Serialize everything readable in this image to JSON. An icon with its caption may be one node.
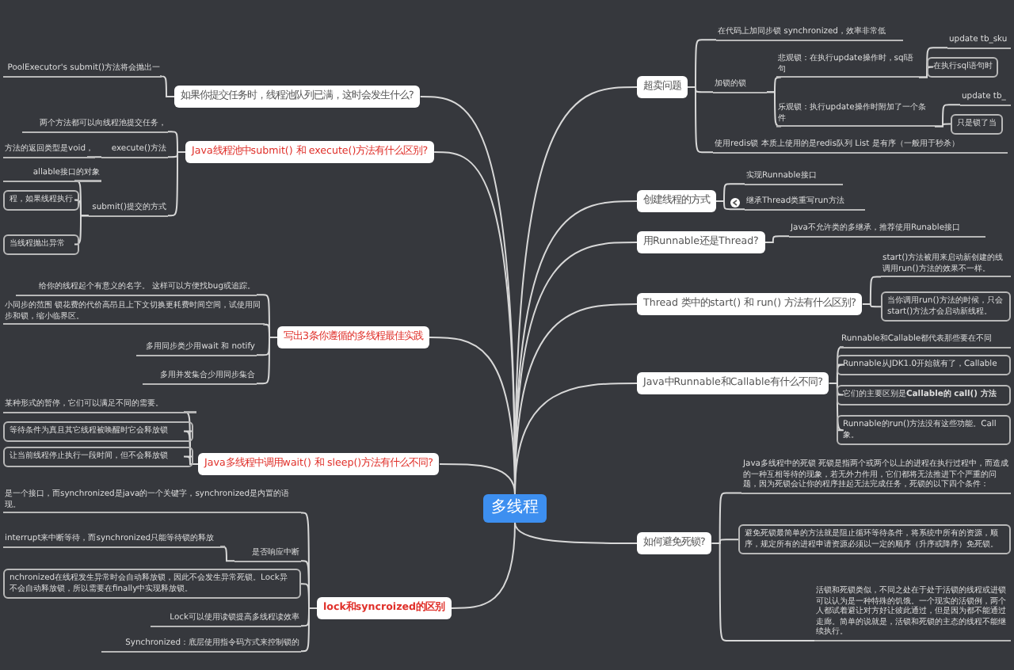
{
  "diagram": {
    "nodes": [
      {
        "text": [
          "多线程"
        ]
      },
      {
        "text": [
          "如果你提交任务时，线程池队列已满，这时会发生什么?"
        ]
      },
      {
        "text": [
          "Java线程池中submit() 和 execute()方法有什么区别?"
        ]
      },
      {
        "text": [
          "写出3条你遵循的多线程最佳实践"
        ]
      },
      {
        "text": [
          "Java多线程中调用wait() 和 sleep()方法有什么不同?"
        ]
      },
      {
        "text": [
          "lock和syncroized的区别"
        ]
      },
      {
        "text": [
          "超卖问题"
        ]
      },
      {
        "text": [
          "创建线程的方式"
        ]
      },
      {
        "text": [
          "用Runnable还是Thread?"
        ]
      },
      {
        "text": [
          "Thread 类中的start() 和 run() 方法有什么区别?"
        ]
      },
      {
        "text": [
          "Java中Runnable和Callable有什么不同?"
        ]
      },
      {
        "text": [
          "如何避免死锁?"
        ]
      },
      {
        "text": [
          "PoolExecutor's submit()方法将会抛出一"
        ]
      },
      {
        "text": [
          "两个方法都可以向线程池提交任务，"
        ]
      },
      {
        "text": [
          "方法的返回类型是void，"
        ]
      },
      {
        "text": [
          "execute()方法"
        ]
      },
      {
        "text": [
          "allable接口的对象"
        ]
      },
      {
        "text": [
          "程，如果线程执行"
        ]
      },
      {
        "text": [
          "当线程抛出异常"
        ]
      },
      {
        "text": [
          "submit()提交的方式"
        ]
      },
      {
        "text": [
          "给你的线程起个有意义的名字。 这样可以方便找bug或追踪。"
        ]
      },
      {
        "text": [
          "小同步的范围 锁花费的代价高昂且上下文切换更耗费时间空间，试使用同步和锁，缩小临界区。"
        ]
      },
      {
        "text": [
          "多用同步类少用wait 和 notify"
        ]
      },
      {
        "text": [
          "多用并发集合少用同步集合"
        ]
      },
      {
        "text": [
          "某种形式的暂停，它们可以满足不同的需要。"
        ]
      },
      {
        "text": [
          "等待条件为真且其它线程被唤醒时它会释放锁"
        ]
      },
      {
        "text": [
          "让当前线程停止执行一段时间，但不会释放锁"
        ]
      },
      {
        "text": [
          "是一个接口，而synchronized是java的一个关键字，synchronized是内置的语现。"
        ]
      },
      {
        "text": [
          "interrupt来中断等待，而synchronized只能等待锁的释放"
        ]
      },
      {
        "text": [
          "是否响应中断"
        ]
      },
      {
        "text": [
          "nchronized在线程发生异常时会自动释放锁，因此不会发生异常死锁。Lock异不会自动释放锁，所以需要在finally中实现释放锁。"
        ]
      },
      {
        "text": [
          "Lock可以使用读锁提高多线程读效率"
        ]
      },
      {
        "text": [
          "Synchronized：底层使用指令码方式来控制锁的"
        ]
      },
      {
        "text": [
          "在代码上加同步锁 synchronized，效率非常低"
        ]
      },
      {
        "text": [
          "加锁的锁"
        ]
      },
      {
        "text": [
          "悲观锁：在执行update操作时，sql语句"
        ]
      },
      {
        "text": [
          "update tb_sku"
        ]
      },
      {
        "text": [
          "在执行sql语句时"
        ]
      },
      {
        "text": [
          "乐观锁：执行update操作时附加了一个条件"
        ]
      },
      {
        "text": [
          "update tb_"
        ]
      },
      {
        "text": [
          "只是锁了当"
        ]
      },
      {
        "text": [
          "使用redis锁 本质上使用的是redis队列 List 是有序（一般用于秒杀）"
        ]
      },
      {
        "text": [
          "实现Runnable接口"
        ]
      },
      {
        "text": [
          "继承Thread类重写run方法"
        ]
      },
      {
        "text": [
          "Java不允许类的多继承，推荐使用Runable接口"
        ]
      },
      {
        "text": [
          "start()方法被用来启动新创建的线调用run()方法的效果不一样。"
        ]
      },
      {
        "text": [
          "当你调用run()方法的时候，只会start()方法才会启动新线程。"
        ]
      },
      {
        "text": [
          "Runnable和Callable都代表那些要在不同"
        ]
      },
      {
        "text": [
          "Runnable从JDK1.0开始就有了，Callable"
        ]
      },
      {
        "text": [
          "它们的主要区别是**Callable的 call() 方法**"
        ]
      },
      {
        "text": [
          "Runnable的run()方法没有这些功能。Call象。"
        ]
      },
      {
        "text": [
          "Java多线程中的死锁 死锁是指两个或两个以上的进程在执行过程中，而造成的一种互相等待的现象，若无外力作用，它们都将无法推进下个严重的问题，因为死锁会让你的程序挂起无法完成任务，死锁的以下四个条件："
        ]
      },
      {
        "text": [
          "避免死锁最简单的方法就是阻止循环等待条件，将系统中所有的资源，顺序，规定所有的进程申请资源必须以一定的顺序（升序或降序）免死锁。"
        ]
      },
      {
        "text": [
          "活锁和死锁类似，不同之处在于处于活锁的线程或进锁可以认为是一种特殊的饥饿。一个现实的活锁例，两个人都试着避让对方好让彼此通过，但是因为都不能通过走廊。简单的说就是，活锁和死锁的主态的线程不能继续执行。"
        ]
      }
    ],
    "edges": [
      {
        "from": 0,
        "to": 1,
        "arrow": "none"
      },
      {
        "from": 0,
        "to": 2,
        "arrow": "none"
      },
      {
        "from": 0,
        "to": 3,
        "arrow": "none"
      },
      {
        "from": 0,
        "to": 4,
        "arrow": "none"
      },
      {
        "from": 0,
        "to": 5,
        "arrow": "none"
      },
      {
        "from": 0,
        "to": 6,
        "arrow": "none"
      },
      {
        "from": 0,
        "to": 7,
        "arrow": "none"
      },
      {
        "from": 0,
        "to": 8,
        "arrow": "none"
      },
      {
        "from": 0,
        "to": 9,
        "arrow": "none"
      },
      {
        "from": 0,
        "to": 10,
        "arrow": "none"
      },
      {
        "from": 0,
        "to": 11,
        "arrow": "none"
      },
      {
        "from": 1,
        "to": 12,
        "arrow": "none"
      },
      {
        "from": 2,
        "to": 13,
        "arrow": "none"
      },
      {
        "from": 2,
        "to": 15,
        "arrow": "none"
      },
      {
        "from": 2,
        "to": 19,
        "arrow": "none"
      },
      {
        "from": 15,
        "to": 14,
        "arrow": "none"
      },
      {
        "from": 19,
        "to": 16,
        "arrow": "none"
      },
      {
        "from": 19,
        "to": 17,
        "arrow": "none"
      },
      {
        "from": 19,
        "to": 18,
        "arrow": "none"
      },
      {
        "from": 3,
        "to": 20,
        "arrow": "none"
      },
      {
        "from": 3,
        "to": 21,
        "arrow": "none"
      },
      {
        "from": 3,
        "to": 22,
        "arrow": "none"
      },
      {
        "from": 3,
        "to": 23,
        "arrow": "none"
      },
      {
        "from": 4,
        "to": 24,
        "arrow": "none"
      },
      {
        "from": 4,
        "to": 25,
        "arrow": "none"
      },
      {
        "from": 4,
        "to": 26,
        "arrow": "none"
      },
      {
        "from": 5,
        "to": 27,
        "arrow": "none"
      },
      {
        "from": 5,
        "to": 29,
        "arrow": "none"
      },
      {
        "from": 29,
        "to": 28,
        "arrow": "none"
      },
      {
        "from": 5,
        "to": 30,
        "arrow": "none"
      },
      {
        "from": 5,
        "to": 31,
        "arrow": "none"
      },
      {
        "from": 5,
        "to": 32,
        "arrow": "none"
      },
      {
        "from": 6,
        "to": 33,
        "arrow": "none"
      },
      {
        "from": 6,
        "to": 34,
        "arrow": "none"
      },
      {
        "from": 6,
        "to": 41,
        "arrow": "none"
      },
      {
        "from": 34,
        "to": 35,
        "arrow": "none"
      },
      {
        "from": 34,
        "to": 38,
        "arrow": "none"
      },
      {
        "from": 35,
        "to": 36,
        "arrow": "none"
      },
      {
        "from": 35,
        "to": 37,
        "arrow": "none"
      },
      {
        "from": 38,
        "to": 39,
        "arrow": "none"
      },
      {
        "from": 38,
        "to": 40,
        "arrow": "none"
      },
      {
        "from": 7,
        "to": 42,
        "arrow": "none"
      },
      {
        "from": 7,
        "to": 43,
        "arrow": "none"
      },
      {
        "from": 8,
        "to": 44,
        "arrow": "none"
      },
      {
        "from": 9,
        "to": 45,
        "arrow": "none"
      },
      {
        "from": 9,
        "to": 46,
        "arrow": "none"
      },
      {
        "from": 10,
        "to": 47,
        "arrow": "none"
      },
      {
        "from": 10,
        "to": 48,
        "arrow": "none"
      },
      {
        "from": 10,
        "to": 49,
        "arrow": "none"
      },
      {
        "from": 10,
        "to": 50,
        "arrow": "none"
      },
      {
        "from": 11,
        "to": 51,
        "arrow": "none"
      },
      {
        "from": 11,
        "to": 52,
        "arrow": "none"
      },
      {
        "from": 11,
        "to": 53,
        "arrow": "none"
      }
    ]
  }
}
